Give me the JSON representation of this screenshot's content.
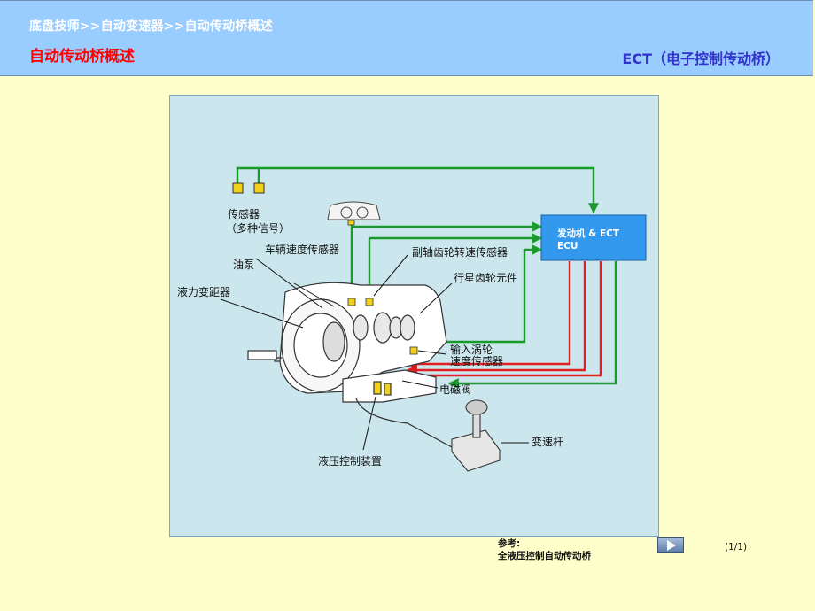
{
  "header": {
    "breadcrumb": "底盘技师>>自动变速器>>自动传动桥概述",
    "title": "自动传动桥概述",
    "subtitle": "ECT（电子控制传动桥）"
  },
  "diagram": {
    "labels": {
      "sensor": "传感器",
      "sensor_sub": "（多种信号）",
      "vehicle_speed_sensor": "车辆速度传感器",
      "oil_pump": "油泵",
      "torque_converter": "液力变距器",
      "counter_gear_sensor": "副轴齿轮转速传感器",
      "planetary_gear": "行星齿轮元件",
      "input_turbine_1": "输入涡轮",
      "input_turbine_2": "速度传感器",
      "solenoid_valve": "电磁阀",
      "hydraulic_control": "液压控制装置",
      "shift_lever": "变速杆",
      "ecu_line1": "发动机 & ECT",
      "ecu_line2": "ECU"
    },
    "colors": {
      "signal_line": "#1a9a2a",
      "control_line": "#e02020",
      "ecu_box": "#3399ee",
      "sensor_box": "#f2d11a"
    }
  },
  "footer": {
    "ref_label": "参考:",
    "ref_text": "全液压控制自动传动桥",
    "page_indicator": "(1/1)"
  },
  "icons": {
    "next": "play-right-icon"
  }
}
